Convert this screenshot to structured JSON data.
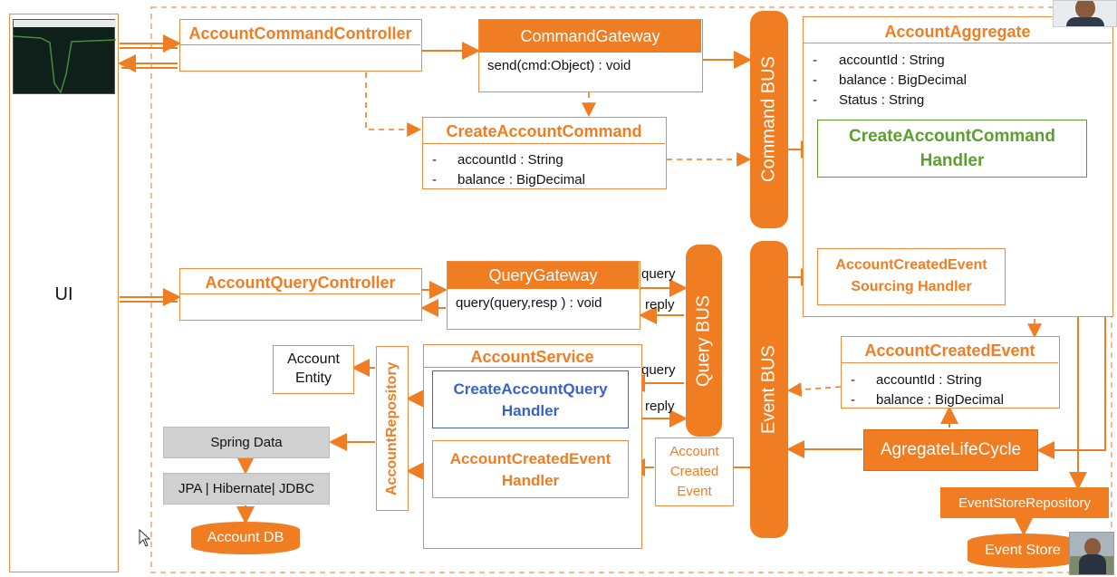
{
  "ui": {
    "label": "UI"
  },
  "account_command_controller": {
    "title": "AccountCommandController"
  },
  "command_gateway": {
    "title": "CommandGateway",
    "method": "send(cmd:Object) : void"
  },
  "create_account_command": {
    "title": "CreateAccountCommand",
    "fields": [
      "accountId : String",
      "balance : BigDecimal"
    ]
  },
  "command_bus": {
    "label": "Command BUS"
  },
  "account_aggregate": {
    "title": "AccountAggregate",
    "fields": [
      "accountId : String",
      "balance : BigDecimal",
      "Status : String"
    ]
  },
  "create_account_command_handler": {
    "line1": "CreateAccountCommand",
    "line2": "Handler"
  },
  "account_created_event_sourcing_handler": {
    "line1": "AccountCreatedEvent",
    "line2": "Sourcing Handler"
  },
  "account_query_controller": {
    "title": "AccountQueryController"
  },
  "query_gateway": {
    "title": "QueryGateway",
    "method": "query(query,resp ) : void"
  },
  "query_bus": {
    "label": "Query BUS"
  },
  "event_bus": {
    "label": "Event BUS"
  },
  "arrow_labels": {
    "query_top": "query",
    "reply_top": "reply",
    "query_bottom": "query",
    "reply_bottom": "reply"
  },
  "account_entity": {
    "line1": "Account",
    "line2": "Entity"
  },
  "account_repository": {
    "label": "AccountRepository"
  },
  "account_service": {
    "title": "AccountService"
  },
  "create_account_query_handler": {
    "line1": "CreateAccountQuery",
    "line2": "Handler"
  },
  "account_created_event_handler": {
    "line1": "AccountCreatedEvent",
    "line2": "Handler"
  },
  "account_created_event_msg": {
    "line1": "Account",
    "line2": "Created",
    "line3": "Event"
  },
  "account_created_event": {
    "title": "AccountCreatedEvent",
    "fields": [
      "accountId : String",
      "balance : BigDecimal"
    ]
  },
  "aggregate_lifecycle": {
    "label": "AgregateLifeCycle"
  },
  "event_store_repository": {
    "label": "EventStoreRepository"
  },
  "event_store": {
    "label": "Event Store"
  },
  "spring_data": {
    "label": "Spring Data"
  },
  "jpa": {
    "label": "JPA | Hibernate| JDBC"
  },
  "account_db": {
    "label": "Account DB"
  },
  "field_bullet": "-",
  "colors": {
    "orange": "#f07d22",
    "green": "#5aa02c",
    "blue": "#3a62c4",
    "gray": "#d0d0d0"
  }
}
